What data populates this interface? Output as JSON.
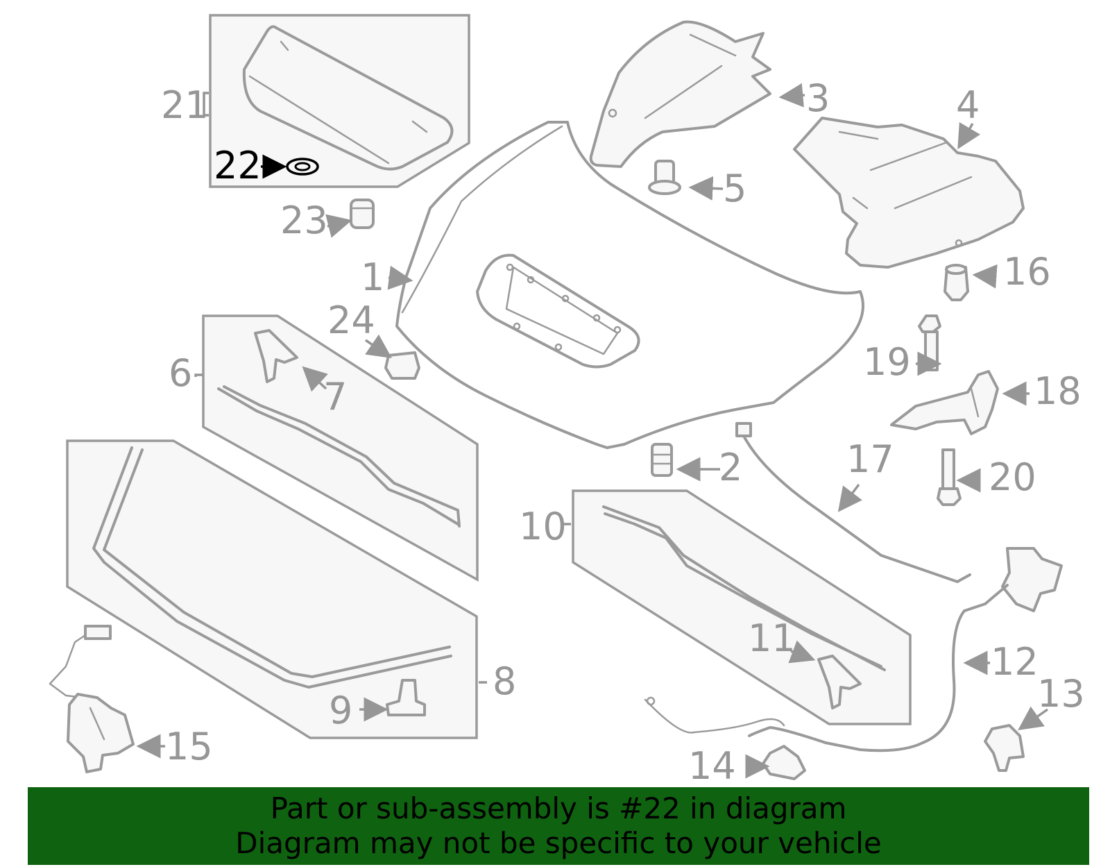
{
  "diagram": {
    "highlighted_callout": "22",
    "callouts": [
      "1",
      "2",
      "3",
      "4",
      "5",
      "6",
      "7",
      "8",
      "9",
      "10",
      "11",
      "12",
      "13",
      "14",
      "15",
      "16",
      "17",
      "18",
      "19",
      "20",
      "21",
      "22",
      "23",
      "24"
    ]
  },
  "banner": {
    "line1": "Part or sub-assembly is #22 in diagram",
    "line2": "Diagram may not be specific to your vehicle",
    "background_color": "#0f620f"
  },
  "colors": {
    "line_art": "#9a9a9a",
    "highlight": "#000000"
  }
}
